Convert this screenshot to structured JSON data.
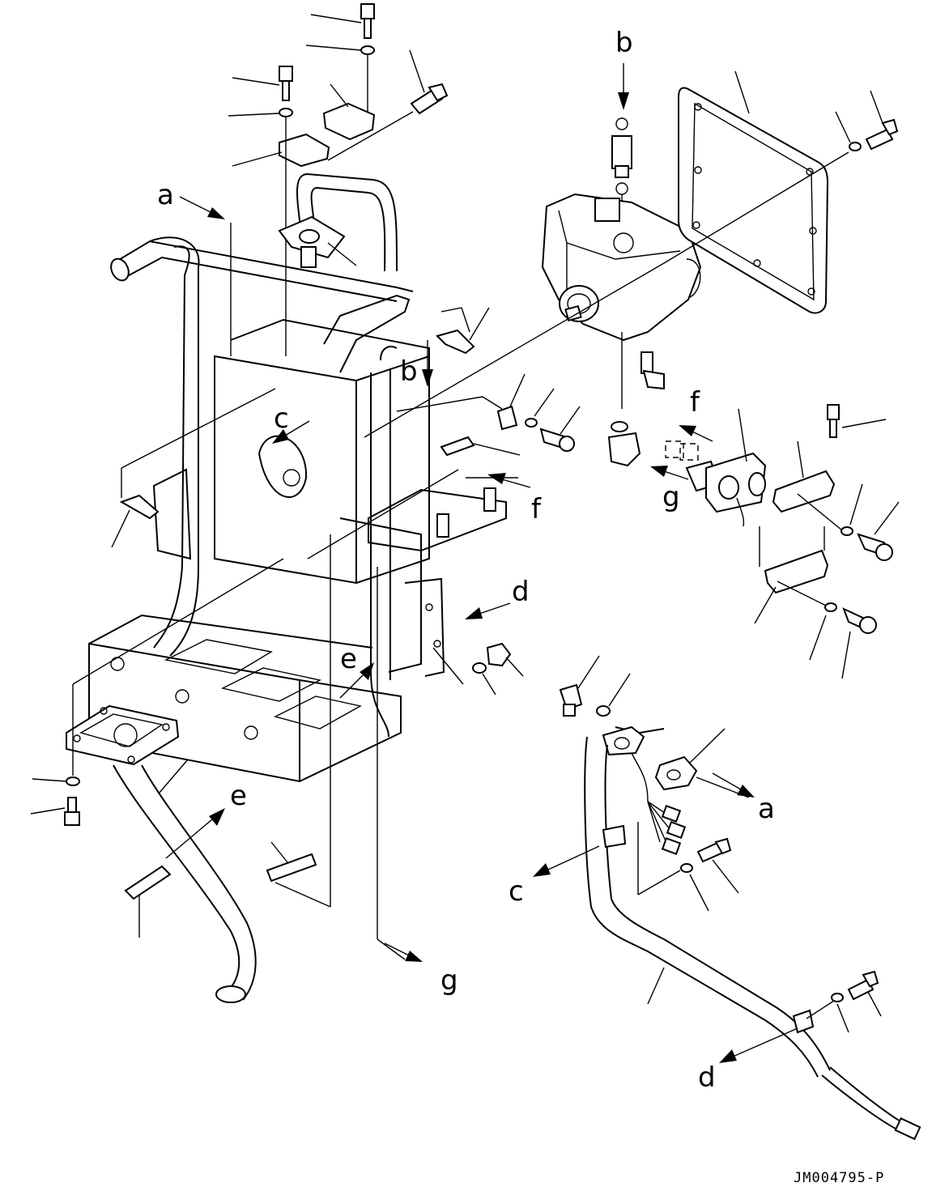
{
  "drawing": {
    "code": "JM004795-P"
  },
  "callouts": [
    {
      "id": "a-top",
      "text": "a"
    },
    {
      "id": "a-bottom",
      "text": "a"
    },
    {
      "id": "b-top",
      "text": "b"
    },
    {
      "id": "b-mid",
      "text": "b"
    },
    {
      "id": "c-mid",
      "text": "c"
    },
    {
      "id": "c-bottom",
      "text": "c"
    },
    {
      "id": "d-mid",
      "text": "d"
    },
    {
      "id": "d-bottom",
      "text": "d"
    },
    {
      "id": "e-mid",
      "text": "e"
    },
    {
      "id": "e-left",
      "text": "e"
    },
    {
      "id": "f-right",
      "text": "f"
    },
    {
      "id": "f-mid",
      "text": "f"
    },
    {
      "id": "g-right",
      "text": "g"
    },
    {
      "id": "g-bottom",
      "text": "g"
    }
  ]
}
